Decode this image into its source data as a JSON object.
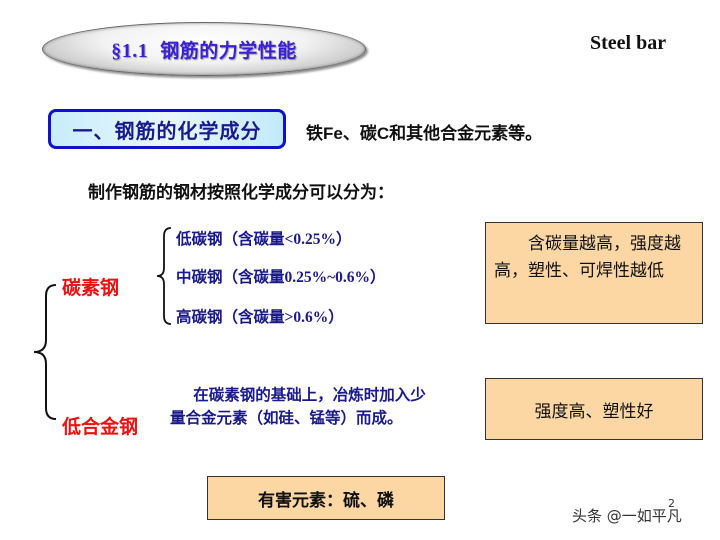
{
  "header": {
    "section_number": "§1.1",
    "title": "钢筋的力学性能",
    "english_label": "Steel bar"
  },
  "section": {
    "heading": "一、钢筋的化学成分",
    "description": "铁Fe、碳C和其他合金元素等。"
  },
  "intro": "制作钢筋的钢材按照化学成分可以分为：",
  "categories": [
    {
      "label": "碳素钢",
      "items": [
        "低碳钢（含碳量<0.25%）",
        "中碳钢（含碳量0.25%~0.6%）",
        "高碳钢（含碳量>0.6%）"
      ],
      "note": "含碳量越高，强度越高，塑性、可焊性越低"
    },
    {
      "label": "低合金钢",
      "description": "在碳素钢的基础上，冶炼时加入少量合金元素（如硅、锰等）而成。",
      "note": "强度高、塑性好"
    }
  ],
  "harmful_elements": "有害元素：硫、磷",
  "page_number": "2",
  "watermark": "头条 @一如平凡",
  "colors": {
    "title_text": "#3b1fd6",
    "section_border": "#1111cc",
    "category_label": "#ee1111",
    "sub_item_text": "#1a1a8a",
    "note_background": "#fdd7a3"
  }
}
